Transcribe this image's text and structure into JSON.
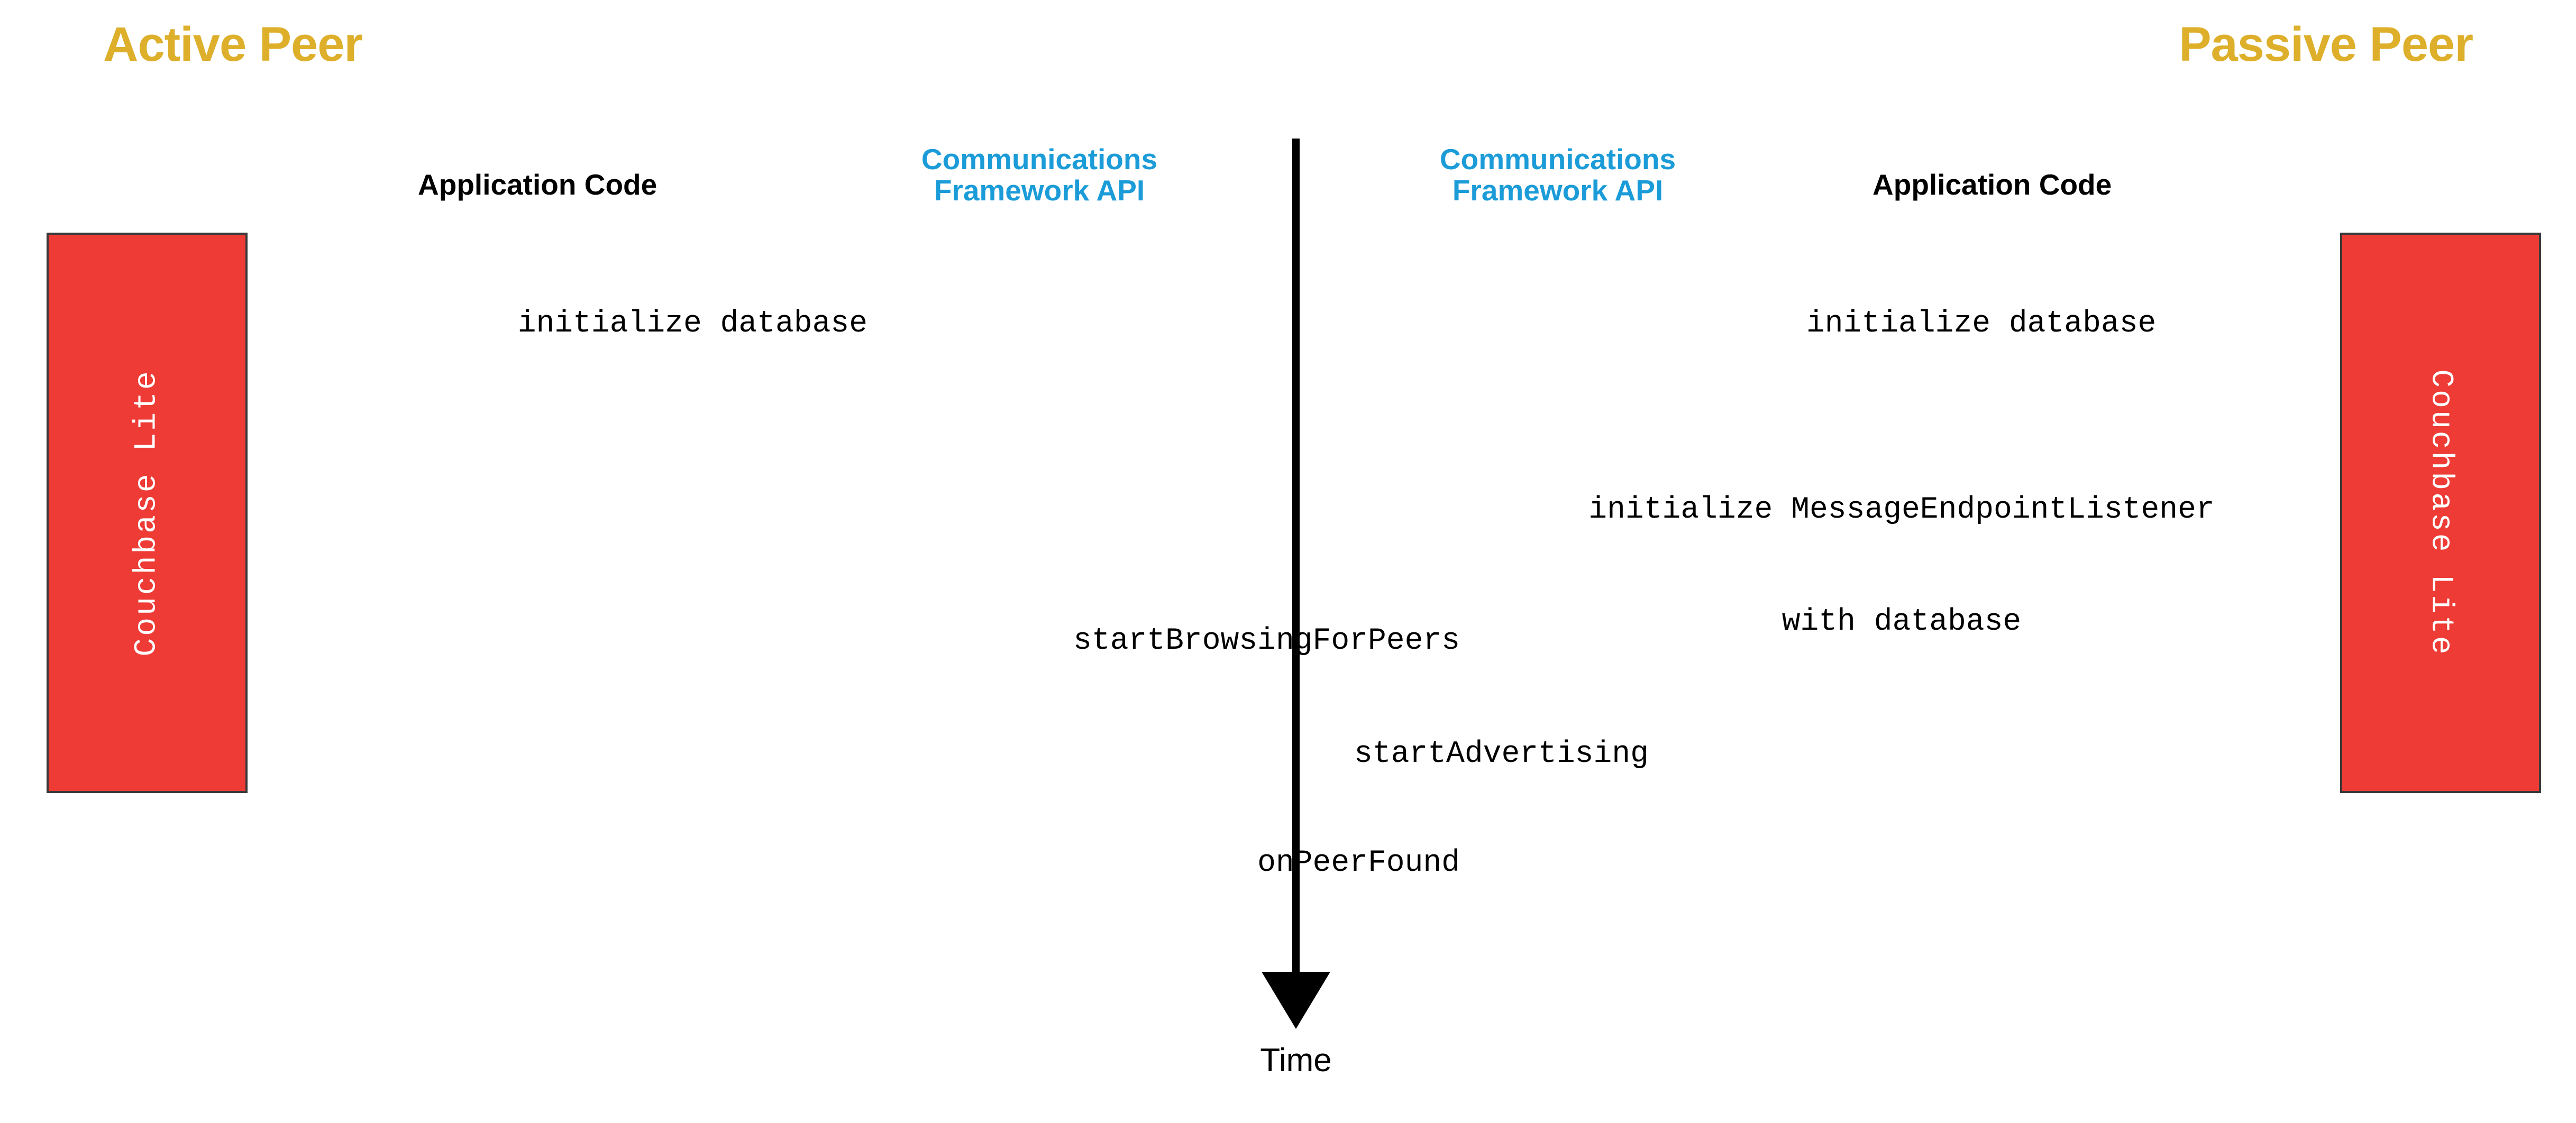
{
  "diagram": {
    "type": "sequence-diagram",
    "title_left": "Active Peer",
    "title_right": "Passive Peer",
    "accent_title_color": "#DDAF2B",
    "api_color": "#1B9CD8",
    "database_box_color": "#EE3B35",
    "text_color": "#000000"
  },
  "columns": {
    "app_code_left": "Application Code",
    "api_left_line1": "Communications",
    "api_left_line2": "Framework API",
    "api_right_line1": "Communications",
    "api_right_line2": "Framework API",
    "app_code_right": "Application Code"
  },
  "databases": {
    "left_label": "Couchbase Lite",
    "right_label": "Couchbase Lite"
  },
  "timeline": {
    "axis_label": "Time",
    "direction": "downward"
  },
  "steps": [
    {
      "id": "init-db-left",
      "text": "initialize database",
      "side": "left",
      "lane": "application-code",
      "order": 1
    },
    {
      "id": "init-db-right",
      "text": "initialize database",
      "side": "right",
      "lane": "application-code",
      "order": 2
    },
    {
      "id": "init-message-endpoint-listener",
      "line1": "initialize MessageEndpointListener",
      "line2": "with database",
      "side": "right",
      "lane": "application-code",
      "order": 3
    },
    {
      "id": "start-browsing-for-peers",
      "text": "startBrowsingForPeers",
      "side": "left",
      "lane": "communications-framework-api",
      "order": 4
    },
    {
      "id": "start-advertising",
      "text": "startAdvertising",
      "side": "right",
      "lane": "communications-framework-api",
      "order": 5
    },
    {
      "id": "on-peer-found",
      "text": "onPeerFound",
      "side": "left",
      "lane": "communications-framework-api",
      "order": 6
    }
  ]
}
